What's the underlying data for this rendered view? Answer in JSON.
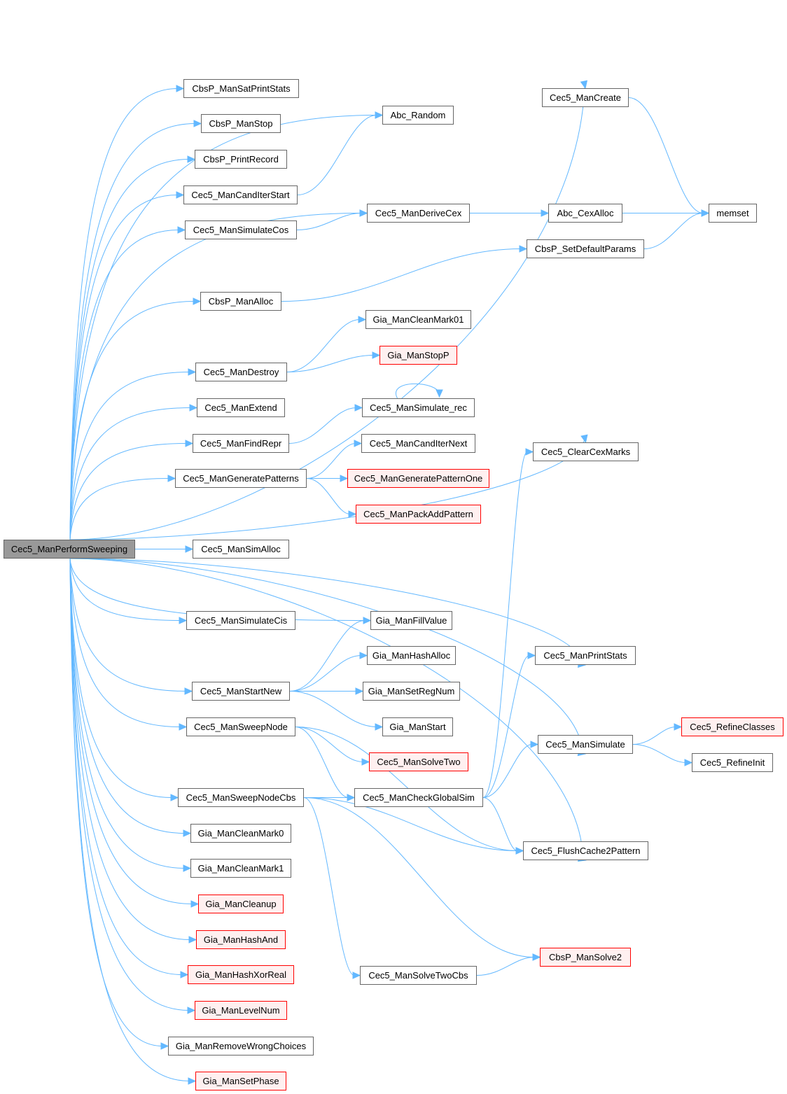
{
  "graph": {
    "edge_color": "#63b8ff",
    "node_border": "#666666",
    "red_border": "#ff0000",
    "red_fill": "#fff0f0",
    "root_fill": "#999999",
    "nodes": {
      "root": "Cec5_ManPerformSweeping",
      "satPrintStats": "CbsP_ManSatPrintStats",
      "cbsStop": "CbsP_ManStop",
      "printRecord": "CbsP_PrintRecord",
      "candIterStart": "Cec5_ManCandIterStart",
      "simulateCos": "Cec5_ManSimulateCos",
      "cbsAlloc": "CbsP_ManAlloc",
      "destroy": "Cec5_ManDestroy",
      "extend": "Cec5_ManExtend",
      "findRepr": "Cec5_ManFindRepr",
      "genPatterns": "Cec5_ManGeneratePatterns",
      "simAlloc": "Cec5_ManSimAlloc",
      "simulateCis": "Cec5_ManSimulateCis",
      "startNew": "Cec5_ManStartNew",
      "sweepNode": "Cec5_ManSweepNode",
      "sweepNodeCbs": "Cec5_ManSweepNodeCbs",
      "cleanMark0": "Gia_ManCleanMark0",
      "cleanMark1": "Gia_ManCleanMark1",
      "cleanup": "Gia_ManCleanup",
      "hashAnd": "Gia_ManHashAnd",
      "hashXorReal": "Gia_ManHashXorReal",
      "levelNum": "Gia_ManLevelNum",
      "removeWrong": "Gia_ManRemoveWrongChoices",
      "setPhase": "Gia_ManSetPhase",
      "abcRandom": "Abc_Random",
      "deriveCex": "Cec5_ManDeriveCex",
      "cleanMark01": "Gia_ManCleanMark01",
      "stopP": "Gia_ManStopP",
      "simulateRec": "Cec5_ManSimulate_rec",
      "candIterNext": "Cec5_ManCandIterNext",
      "genPatternOne": "Cec5_ManGeneratePatternOne",
      "packAddPattern": "Cec5_ManPackAddPattern",
      "fillValue": "Gia_ManFillValue",
      "hashAlloc": "Gia_ManHashAlloc",
      "setRegNum": "Gia_ManSetRegNum",
      "giaStart": "Gia_ManStart",
      "solveTwo": "Cec5_ManSolveTwo",
      "checkGlobalSim": "Cec5_ManCheckGlobalSim",
      "solveTwoCbs": "Cec5_ManSolveTwoCbs",
      "manCreate": "Cec5_ManCreate",
      "cexAlloc": "Abc_CexAlloc",
      "setDefaultParams": "CbsP_SetDefaultParams",
      "clearCexMarks": "Cec5_ClearCexMarks",
      "printStats": "Cec5_ManPrintStats",
      "manSimulate": "Cec5_ManSimulate",
      "flushCache": "Cec5_FlushCache2Pattern",
      "cbsSolve2": "CbsP_ManSolve2",
      "memset": "memset",
      "refineClasses": "Cec5_RefineClasses",
      "refineInit": "Cec5_RefineInit"
    },
    "red_nodes": [
      "stopP",
      "genPatternOne",
      "packAddPattern",
      "solveTwo",
      "cleanup",
      "hashAnd",
      "hashXorReal",
      "levelNum",
      "setPhase",
      "refineClasses",
      "cbsSolve2"
    ],
    "edges": [
      [
        "root",
        "satPrintStats"
      ],
      [
        "root",
        "cbsStop"
      ],
      [
        "root",
        "printRecord"
      ],
      [
        "root",
        "candIterStart"
      ],
      [
        "root",
        "simulateCos"
      ],
      [
        "root",
        "cbsAlloc"
      ],
      [
        "root",
        "destroy"
      ],
      [
        "root",
        "extend"
      ],
      [
        "root",
        "findRepr"
      ],
      [
        "root",
        "genPatterns"
      ],
      [
        "root",
        "simAlloc"
      ],
      [
        "root",
        "simulateCis"
      ],
      [
        "root",
        "startNew"
      ],
      [
        "root",
        "sweepNode"
      ],
      [
        "root",
        "sweepNodeCbs"
      ],
      [
        "root",
        "cleanMark0"
      ],
      [
        "root",
        "cleanMark1"
      ],
      [
        "root",
        "cleanup"
      ],
      [
        "root",
        "hashAnd"
      ],
      [
        "root",
        "hashXorReal"
      ],
      [
        "root",
        "levelNum"
      ],
      [
        "root",
        "removeWrong"
      ],
      [
        "root",
        "setPhase"
      ],
      [
        "root",
        "manCreate"
      ],
      [
        "root",
        "abcRandom"
      ],
      [
        "root",
        "deriveCex"
      ],
      [
        "root",
        "clearCexMarks"
      ],
      [
        "root",
        "printStats"
      ],
      [
        "root",
        "manSimulate"
      ],
      [
        "root",
        "fillValue"
      ],
      [
        "root",
        "flushCache"
      ],
      [
        "candIterStart",
        "abcRandom"
      ],
      [
        "simulateCos",
        "deriveCex"
      ],
      [
        "cbsAlloc",
        "setDefaultParams"
      ],
      [
        "destroy",
        "cleanMark01"
      ],
      [
        "destroy",
        "stopP"
      ],
      [
        "findRepr",
        "simulateRec"
      ],
      [
        "simulateRec",
        "simulateRec"
      ],
      [
        "genPatterns",
        "candIterNext"
      ],
      [
        "genPatterns",
        "genPatternOne"
      ],
      [
        "genPatterns",
        "packAddPattern"
      ],
      [
        "startNew",
        "fillValue"
      ],
      [
        "startNew",
        "hashAlloc"
      ],
      [
        "startNew",
        "setRegNum"
      ],
      [
        "startNew",
        "giaStart"
      ],
      [
        "sweepNode",
        "solveTwo"
      ],
      [
        "sweepNode",
        "checkGlobalSim"
      ],
      [
        "sweepNode",
        "flushCache"
      ],
      [
        "sweepNodeCbs",
        "checkGlobalSim"
      ],
      [
        "sweepNodeCbs",
        "flushCache"
      ],
      [
        "sweepNodeCbs",
        "solveTwoCbs"
      ],
      [
        "sweepNodeCbs",
        "cbsSolve2"
      ],
      [
        "solveTwoCbs",
        "cbsSolve2"
      ],
      [
        "manCreate",
        "memset"
      ],
      [
        "deriveCex",
        "cexAlloc"
      ],
      [
        "cexAlloc",
        "memset"
      ],
      [
        "setDefaultParams",
        "memset"
      ],
      [
        "checkGlobalSim",
        "clearCexMarks"
      ],
      [
        "checkGlobalSim",
        "printStats"
      ],
      [
        "checkGlobalSim",
        "manSimulate"
      ],
      [
        "checkGlobalSim",
        "flushCache"
      ],
      [
        "manSimulate",
        "refineClasses"
      ],
      [
        "manSimulate",
        "refineInit"
      ]
    ]
  }
}
